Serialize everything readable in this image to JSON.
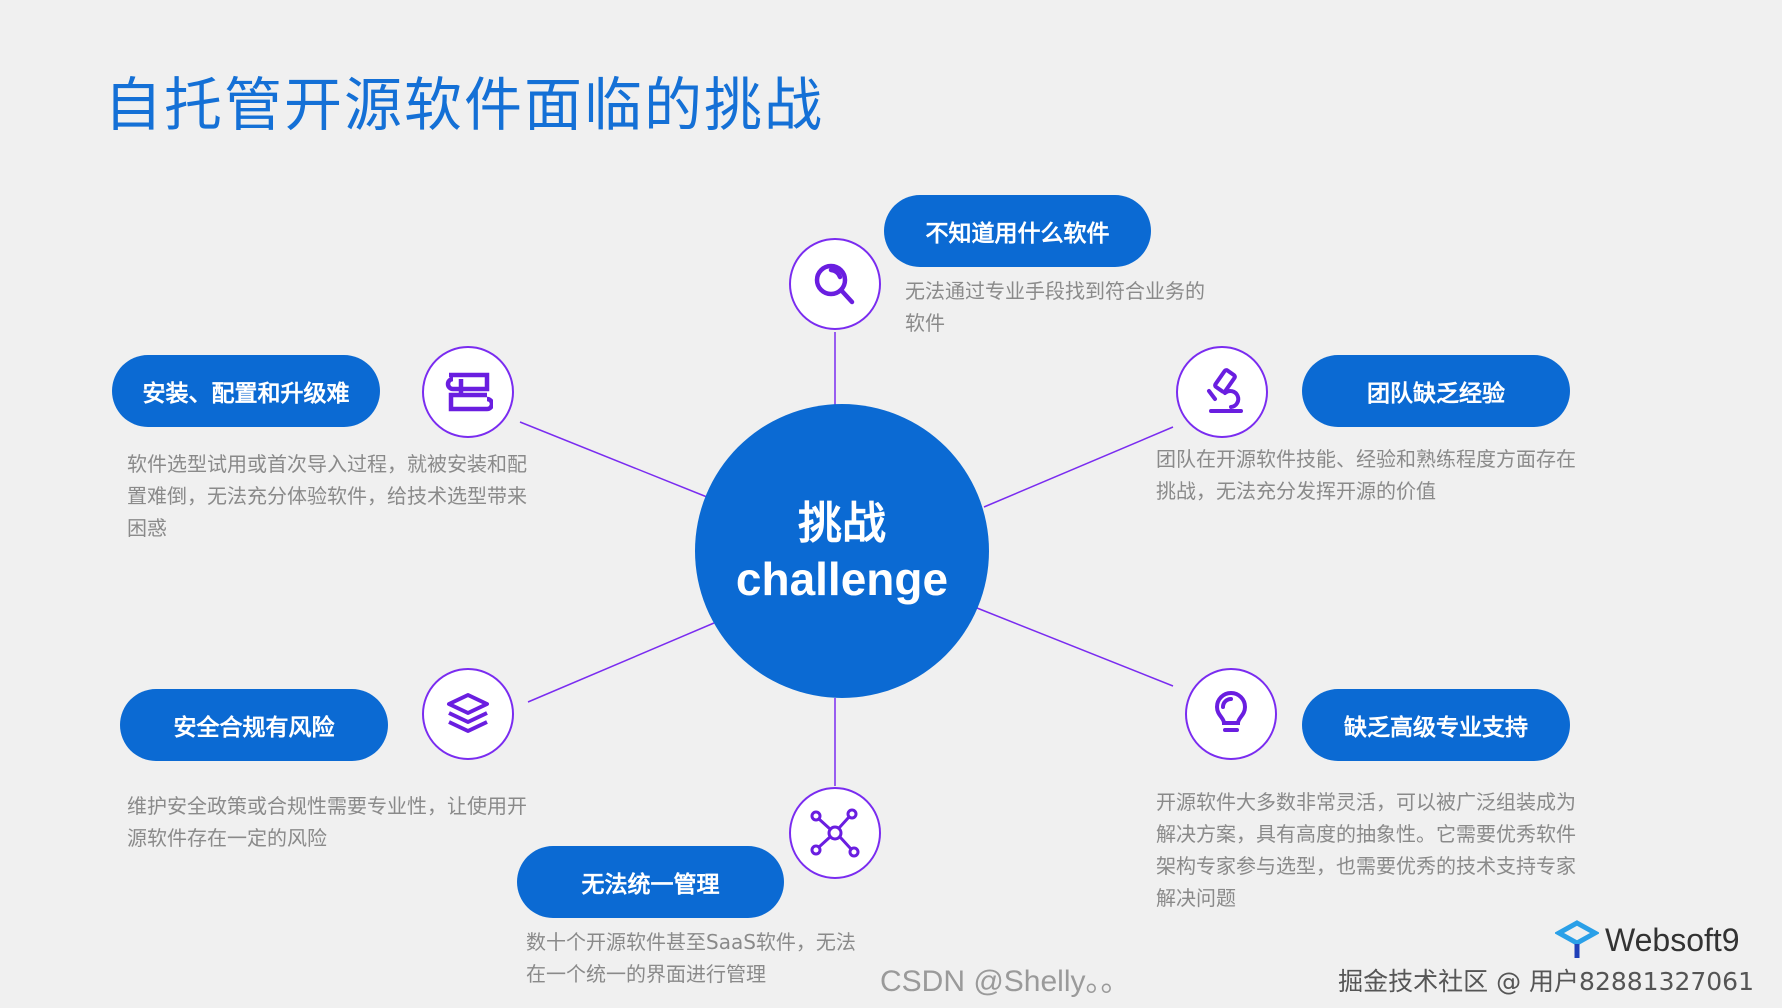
{
  "title": "自托管开源软件面临的挑战",
  "hub": {
    "zh": "挑战",
    "en": "challenge"
  },
  "nodes": [
    {
      "label": "不知道用什么软件",
      "desc": "无法通过专业手段找到符合业务的软件",
      "icon": "search-icon"
    },
    {
      "label": "安装、配置和升级难",
      "desc": "软件选型试用或首次导入过程，就被安装和配置难倒，无法充分体验软件，给技术选型带来困惑",
      "icon": "stack-book-icon"
    },
    {
      "label": "团队缺乏经验",
      "desc": "团队在开源软件技能、经验和熟练程度方面存在挑战，无法充分发挥开源的价值",
      "icon": "microscope-icon"
    },
    {
      "label": "安全合规有风险",
      "desc": "维护安全政策或合规性需要专业性，让使用开源软件存在一定的风险",
      "icon": "layers-icon"
    },
    {
      "label": "缺乏高级专业支持",
      "desc": "开源软件大多数非常灵活，可以被广泛组装成为解决方案，具有高度的抽象性。它需要优秀软件架构专家参与选型，也需要优秀的技术支持专家解决问题",
      "icon": "lightbulb-icon"
    },
    {
      "label": "无法统一管理",
      "desc": "数十个开源软件甚至SaaS软件，无法在一个统一的界面进行管理",
      "icon": "network-icon"
    }
  ],
  "watermark": {
    "logo": "Websoft9",
    "juejin": "掘金技术社区 @ 用户82881327061",
    "csdn": "CSDN @Shelly。。"
  },
  "colors": {
    "accent": "#0b6ad3",
    "title": "#1470d6",
    "line": "#7a2cf0",
    "text": "#8a8a8a",
    "background": "#f0f0f0"
  }
}
